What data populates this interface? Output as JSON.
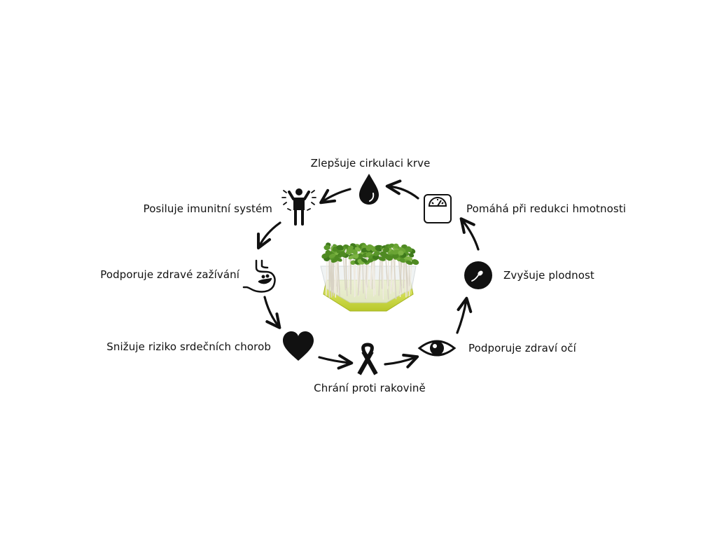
{
  "benefits": [
    {
      "id": "blood",
      "label": "Zlepšuje cirkulaci krve",
      "icon": "blood-drop-icon"
    },
    {
      "id": "weight",
      "label": "Pomáhá při redukci hmotnosti",
      "icon": "weight-scale-icon"
    },
    {
      "id": "fertility",
      "label": "Zvyšuje plodnost",
      "icon": "sperm-egg-icon"
    },
    {
      "id": "eyes",
      "label": "Podporuje zdraví očí",
      "icon": "eye-icon"
    },
    {
      "id": "cancer",
      "label": "Chrání proti rakovině",
      "icon": "awareness-ribbon-icon"
    },
    {
      "id": "heart",
      "label": "Snižuje riziko srdečních chorob",
      "icon": "heart-icon"
    },
    {
      "id": "digestion",
      "label": "Podporuje zdravé zažívání",
      "icon": "stomach-icon"
    },
    {
      "id": "immunity",
      "label": "Posiluje imunitní systém",
      "icon": "strong-person-icon"
    }
  ],
  "center_image": "microgreens-tray",
  "colors": {
    "ink": "#111111",
    "tray": "#c9d93a",
    "greens": "#5f9a2c"
  }
}
